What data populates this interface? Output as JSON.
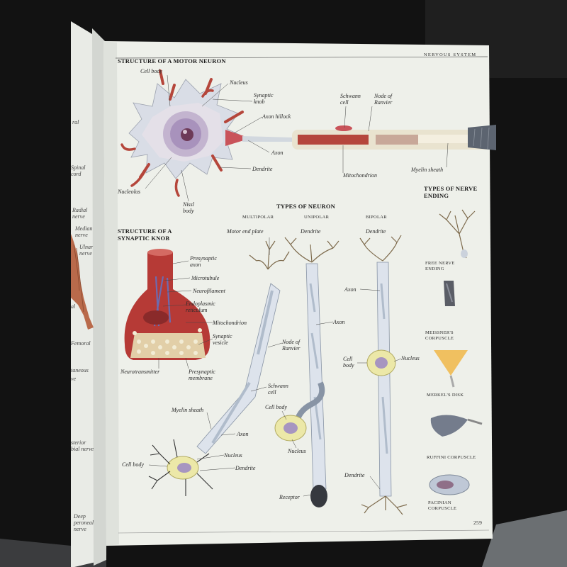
{
  "header": {
    "section": "NERVOUS SYSTEM",
    "page_number": "259"
  },
  "motor_neuron": {
    "title": "STRUCTURE OF A MOTOR NEURON",
    "labels": {
      "cell_body": "Cell body",
      "nucleus_top": "Nucleus",
      "synaptic_knob": "Synaptic knob",
      "axon_hillock": "Axon hillock",
      "axon": "Axon",
      "dendrite": "Dendrite",
      "nucleolus": "Nucleolus",
      "nissl_body": "Nissl body",
      "schwann_cell": "Schwann cell",
      "node_of_ranvier": "Node of Ranvier",
      "mitochondrion": "Mitochondrion",
      "myelin_sheath": "Myelin sheath"
    }
  },
  "synaptic_knob": {
    "title": "STRUCTURE OF A SYNAPTIC KNOB",
    "labels": {
      "presynaptic_axon": "Presynaptic axon",
      "microtubule": "Microtubule",
      "neurofilament": "Neurofilament",
      "endoplasmic_reticulum": "Endoplasmic reticulum",
      "mitochondrion": "Mitochondrion",
      "synaptic_vesicle": "Synaptic vesicle",
      "neurotransmitter": "Neurotransmitter",
      "presynaptic_membrane": "Presynaptic membrane"
    }
  },
  "types_of_neuron": {
    "title": "TYPES OF NEURON",
    "columns": {
      "multipolar": "MULTIPOLAR",
      "unipolar": "UNIPOLAR",
      "bipolar": "BIPOLAR"
    },
    "labels": {
      "motor_end_plate": "Motor end plate",
      "dendrite_unipolar": "Dendrite",
      "dendrite_bipolar": "Dendrite",
      "node_of_ranvier": "Node of Ranvier",
      "schwann_cell": "Schwann cell",
      "myelin_sheath": "Myelin sheath",
      "axon_multipolar": "Axon",
      "nucleus_multipolar": "Nucleus",
      "cell_body_multipolar": "Cell body",
      "dendrite_multipolar": "Dendrite",
      "axon_unipolar": "Axon",
      "cell_body_unipolar": "Cell body",
      "nucleus_unipolar": "Nucleus",
      "receptor": "Receptor",
      "axon_bipolar": "Axon",
      "cell_body_bipolar": "Cell body",
      "nucleus_bipolar": "Nucleus",
      "dendrite_bipolar_bottom": "Dendrite"
    }
  },
  "nerve_endings": {
    "title": "TYPES OF NERVE ENDING",
    "items": [
      "FREE NERVE ENDING",
      "MEISSNER'S CORPUSCLE",
      "MERKEL'S DISK",
      "RUFFINI CORPUSCLE",
      "PACINIAN CORPUSCLE"
    ]
  },
  "left_page": {
    "labels": [
      "ral",
      "Spinal cord",
      "Radial nerve",
      "Median nerve",
      "Ulnar nerve",
      "al",
      "Femoral",
      "taneous",
      "ve",
      "sterior bial nerve",
      "Deep peroneal nerve"
    ]
  },
  "colors": {
    "page": "#eef0ea",
    "neuron_red": "#b5463b",
    "myelin": "#e9e6da",
    "cell_body_yellow": "#ece8a8",
    "nucleus_purple": "#a795c0"
  }
}
